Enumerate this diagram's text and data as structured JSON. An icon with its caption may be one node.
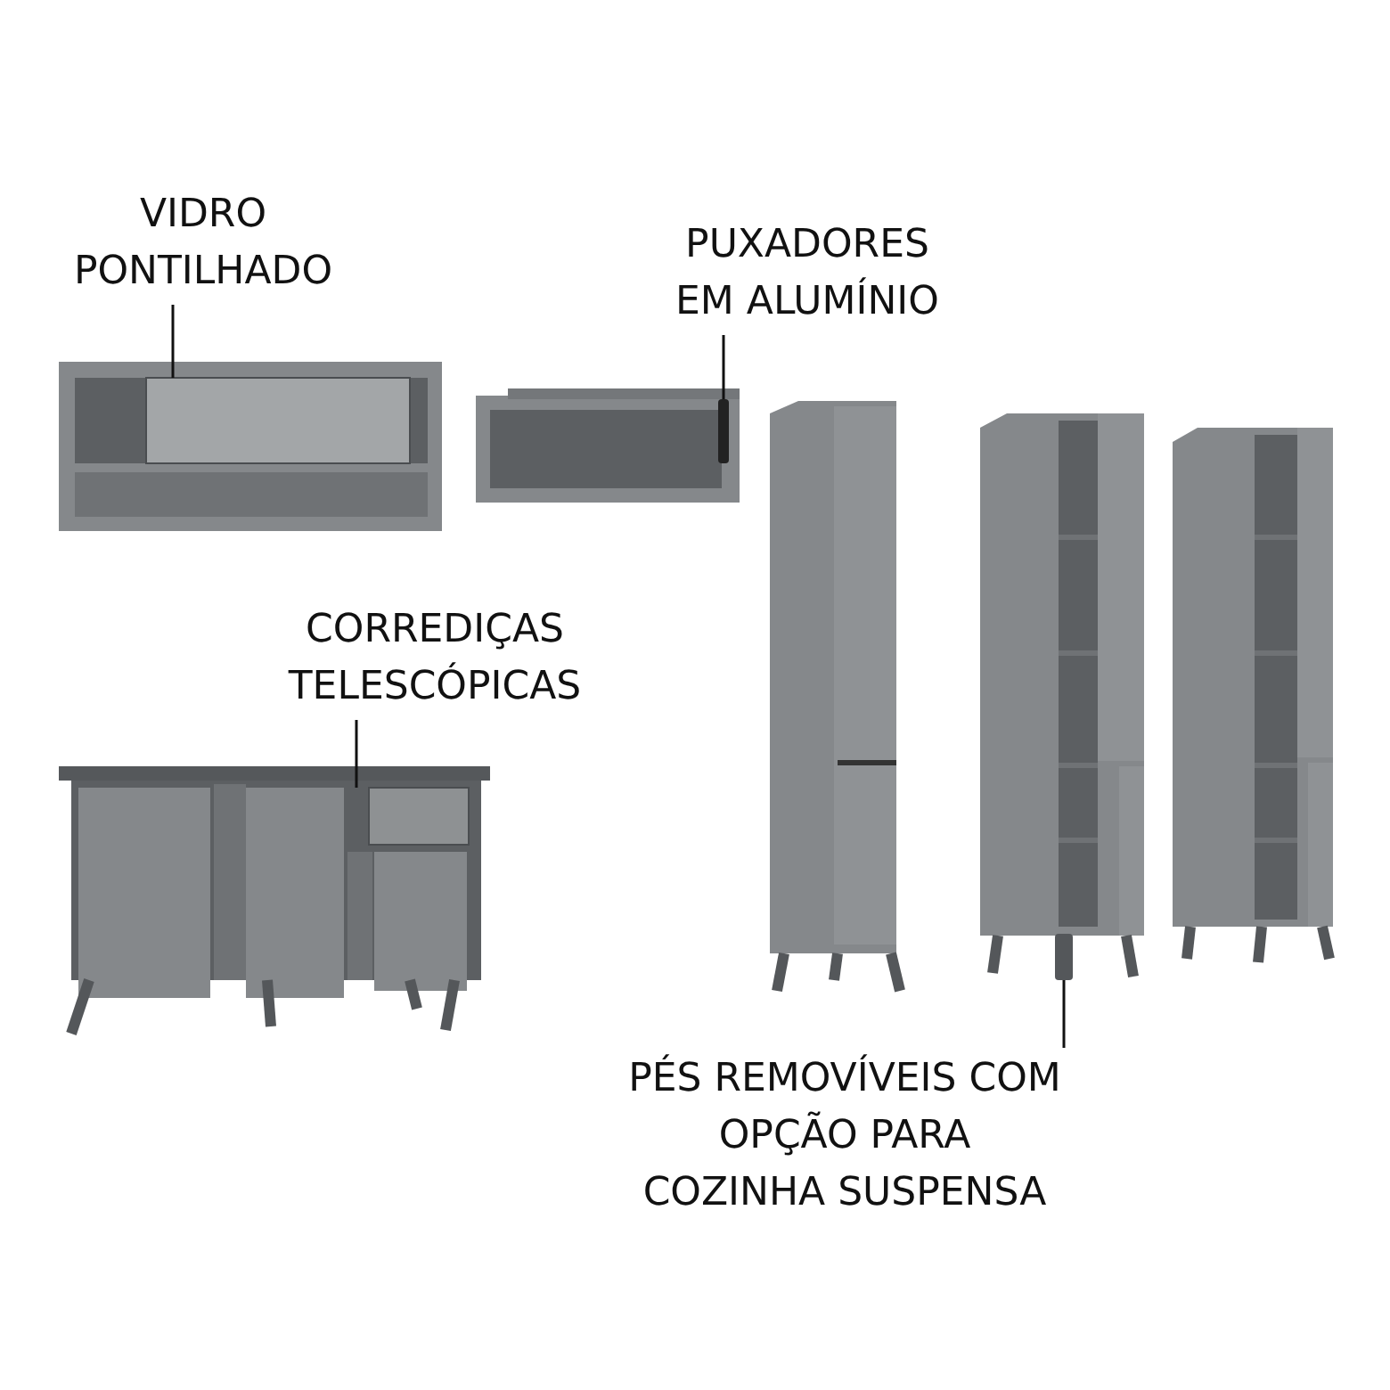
{
  "diagram": {
    "nodes": [
      {
        "text": [
          "VIDRO PONTILHADO"
        ]
      },
      {
        "text": [],
        "shape": "box"
      },
      {
        "text": [
          "PUXADORES EM ALUMÍNIO"
        ]
      },
      {
        "text": [],
        "shape": "bar"
      },
      {
        "text": [
          "CORREDIÇAS TELESCÓPICAS"
        ]
      },
      {
        "text": [],
        "shape": "box"
      },
      {
        "text": [
          "PÉS REMOVÍVEIS COM OPÇÃO PARA COZINHA SUSPENSA"
        ]
      },
      {
        "text": [],
        "shape": "bar"
      }
    ],
    "edges": [
      {
        "from": 0,
        "to": 1,
        "arrow": "none"
      },
      {
        "from": 2,
        "to": 3,
        "arrow": "none"
      },
      {
        "from": 4,
        "to": 5,
        "arrow": "none"
      },
      {
        "from": 6,
        "to": 7,
        "arrow": "none"
      }
    ]
  }
}
